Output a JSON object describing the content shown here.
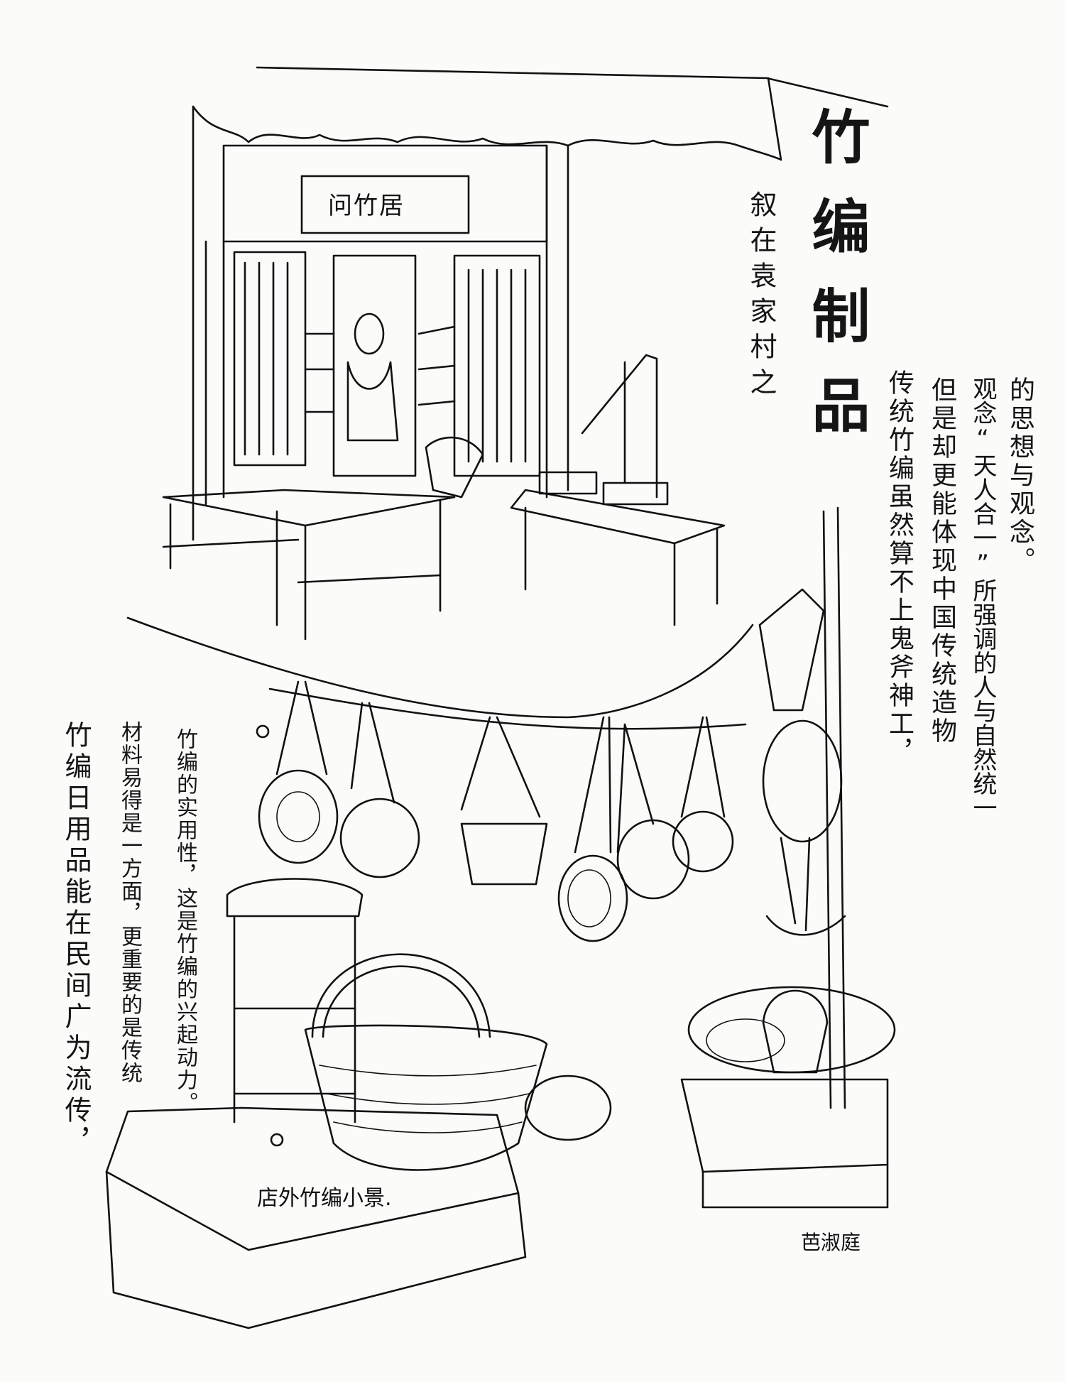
{
  "title": "竹编制品",
  "subtitle": "叙在袁家村之",
  "shop_sign": "问竹居",
  "notes_right": [
    "传统竹编虽然算不上鬼斧神工，",
    "但是却更能体现中国传统造物",
    "观念“天人合一”所强调的人与自然统一",
    "的思想与观念。"
  ],
  "notes_left": [
    "竹编日用品能在民间广为流传，",
    "材料易得是一方面，更重要的是传统",
    "竹编的实用性，这是竹编的兴起动力。"
  ],
  "caption": "店外竹编小景.",
  "signature": "芭淑庭"
}
